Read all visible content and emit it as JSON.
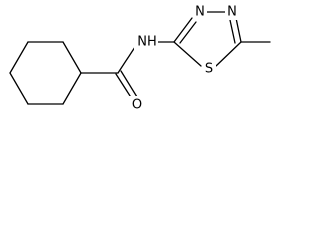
{
  "atoms": {
    "nh": "NH",
    "oxygen": "O",
    "sulfur": "S",
    "n3": "N",
    "n4": "N"
  }
}
